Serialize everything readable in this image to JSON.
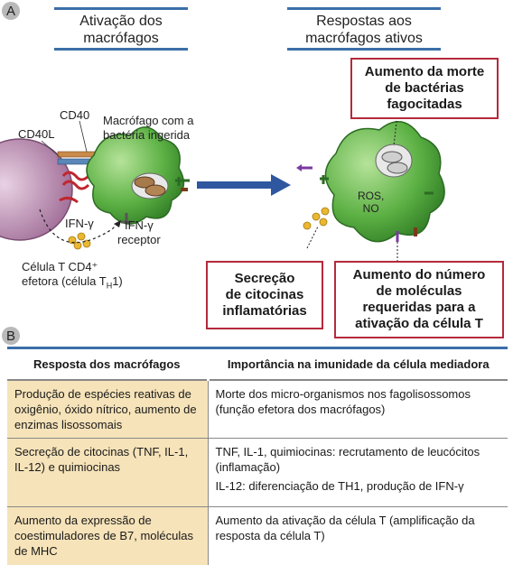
{
  "panel_a": {
    "letter": "A",
    "heading_left": [
      "Ativação dos",
      "macrófagos"
    ],
    "heading_right": [
      "Respostas aos",
      "macrófagos ativos"
    ],
    "labels": {
      "cd40": "CD40",
      "cd40l": "CD40L",
      "macrophage": [
        "Macrófago com a",
        "bactéria ingerida"
      ],
      "ifn": "IFN-γ",
      "ifn_receptor": [
        "IFN-γ",
        "receptor"
      ],
      "tcell": [
        "Célula T CD4⁺",
        "efetora (célula T",
        "H",
        "1)"
      ],
      "ros": [
        "ROS,",
        "NO"
      ]
    },
    "boxes": {
      "killing": [
        "Aumento da morte",
        "de bactérias",
        "fagocitadas"
      ],
      "secretion": [
        "Secreção",
        "de citocinas",
        "inflamatórias"
      ],
      "molecules": [
        "Aumento do número",
        "de moléculas",
        "requeridas para a",
        "ativação da célula T"
      ]
    }
  },
  "panel_b": {
    "letter": "B",
    "columns": [
      "Resposta dos macrófagos",
      "Importância na imunidade da célula mediadora"
    ],
    "rows": [
      {
        "response": "Produção de espécies reativas de oxigênio, óxido nítrico, aumento de enzimas lisossomais",
        "importance": [
          "Morte dos micro-organismos nos fagolisossomos (função efetora dos macrófagos)"
        ]
      },
      {
        "response": "Secreção de citocinas (TNF, IL-1, IL-12) e quimiocinas",
        "importance": [
          "TNF, IL-1, quimiocinas: recrutamento de leucócitos (inflamação)",
          "IL-12: diferenciação de TH1, produção de IFN-γ"
        ]
      },
      {
        "response": "Aumento da expressão de coestimuladores de B7, moléculas de MHC",
        "importance": [
          "Aumento da ativação da célula T (amplificação da resposta da célula T)"
        ]
      }
    ]
  },
  "colors": {
    "macrophage": "#5bb043",
    "tcell": "#b88ab0",
    "box_border": "#b42a3c",
    "header_bar": "#3b6fa8",
    "table_fill": "#f6e3b9"
  }
}
